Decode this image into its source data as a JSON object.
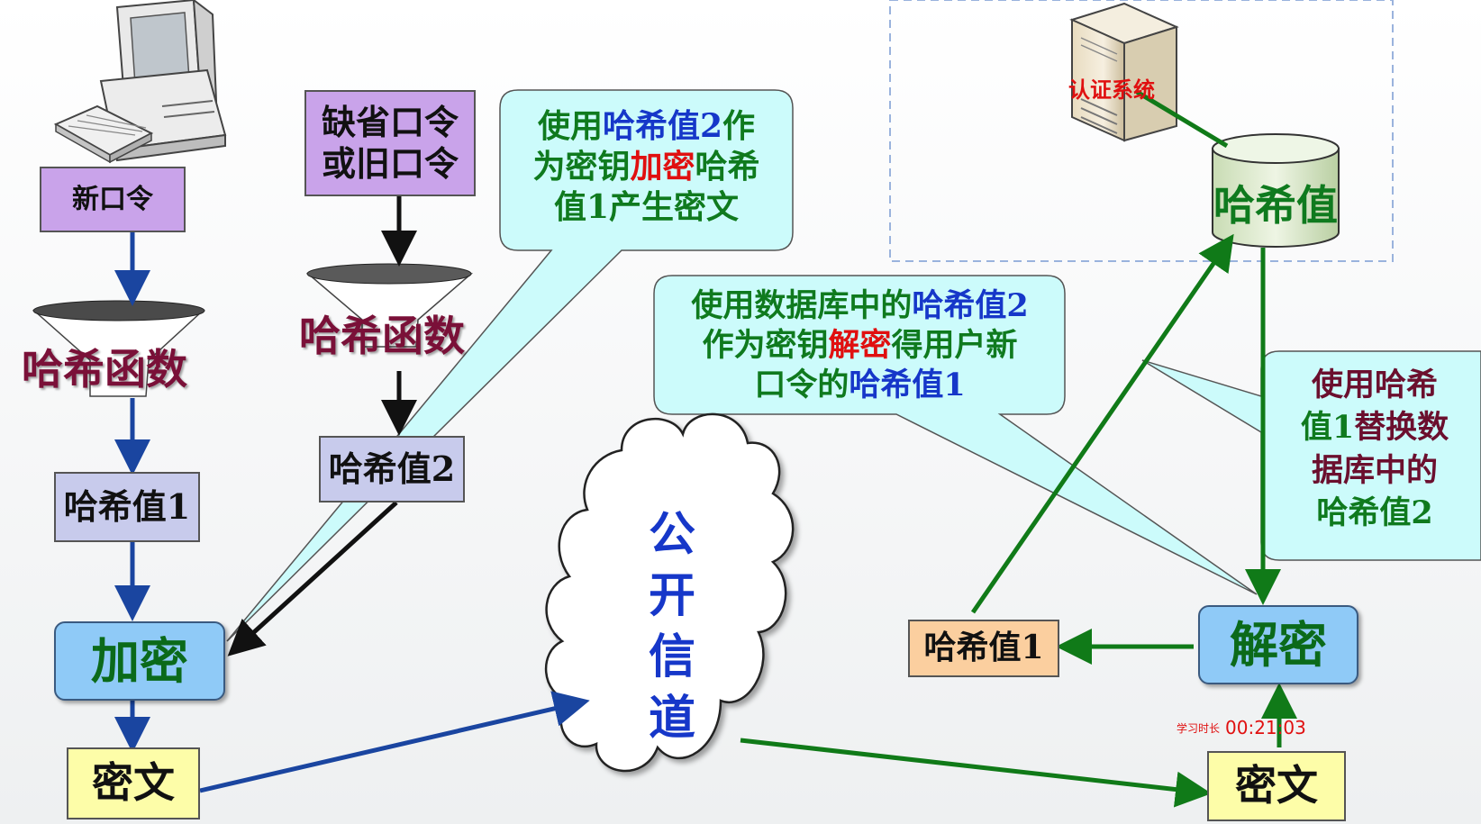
{
  "left": {
    "new_password": "新口令",
    "hash_function_1": "哈希函数",
    "hash_value_1": "哈希值1",
    "encrypt": "加密",
    "ciphertext": "密文",
    "default_password": [
      "缺省口令",
      "或旧口令"
    ],
    "hash_function_2": "哈希函数",
    "hash_value_2": "哈希值2"
  },
  "callout_encrypt": {
    "line1": {
      "a": "使用",
      "b": "哈希值2",
      "c": "作"
    },
    "line2": {
      "a": "为密钥",
      "b": "加密",
      "c": "哈希"
    },
    "line3": {
      "a": "值1",
      "b": "产生密文"
    }
  },
  "channel": [
    "公",
    "开",
    "信",
    "道"
  ],
  "right": {
    "auth_system": "认证系统",
    "db_hash": "哈希值",
    "decrypt": "解密",
    "hash_value_1": "哈希值1",
    "ciphertext": "密文"
  },
  "callout_decrypt": {
    "line1": {
      "a": "使用数据库中的",
      "b": "哈希值2"
    },
    "line2": {
      "a": "作为密钥",
      "b": "解密",
      "c": "得用户新"
    },
    "line3": {
      "a": "口令的",
      "b": "哈希值1"
    }
  },
  "callout_replace": {
    "line1": {
      "a": "使用",
      "b": "哈希"
    },
    "line2": {
      "a": "值1",
      "b": "替换数"
    },
    "line3": "据库中的",
    "line4": "哈希值2"
  },
  "timer": {
    "label": "学习时长",
    "value": "00:21:03"
  },
  "colors": {
    "blue_arrow": "#1a45a0",
    "green_arrow": "#107a18",
    "black_arrow": "#111111",
    "callout_fill": "#ccfbfb"
  }
}
